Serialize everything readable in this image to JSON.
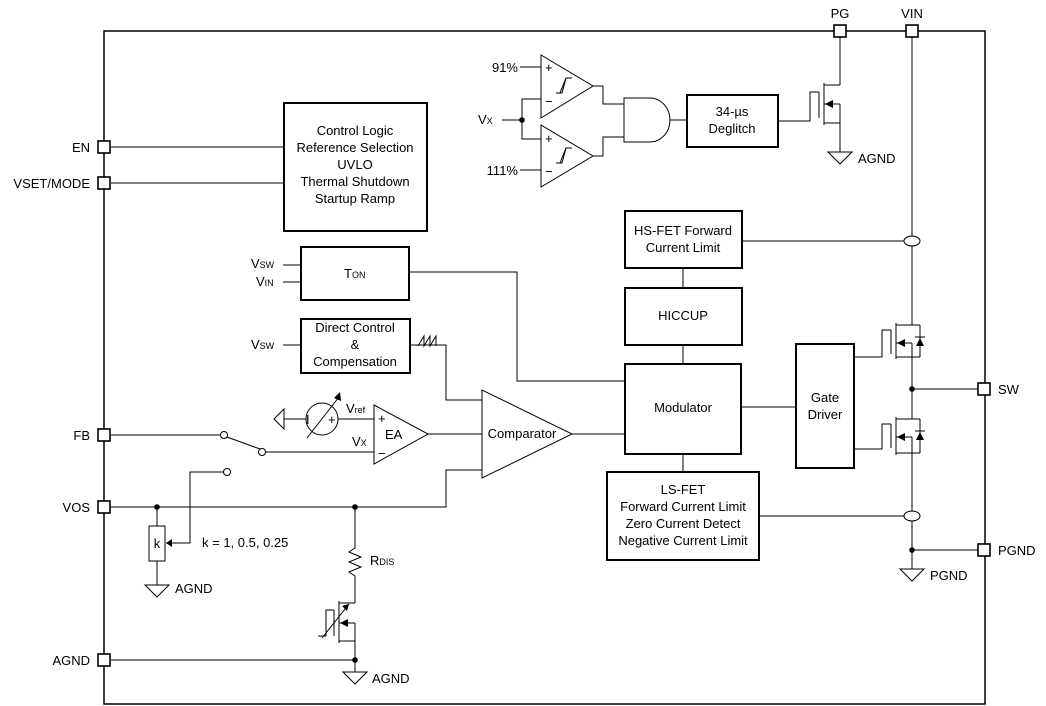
{
  "pins": {
    "en": "EN",
    "vset": "VSET/MODE",
    "fb": "FB",
    "vos": "VOS",
    "agnd": "AGND",
    "pg": "PG",
    "vin": "VIN",
    "sw": "SW",
    "pgnd": "PGND"
  },
  "blocks": {
    "control_logic": [
      "Control Logic",
      "Reference Selection",
      "UVLO",
      "Thermal Shutdown",
      "Startup Ramp"
    ],
    "deglitch": [
      "34-µs",
      "Deglitch"
    ],
    "hs_fet": [
      "HS-FET Forward",
      "Current Limit"
    ],
    "ton": {
      "main": "T",
      "sub": "ON"
    },
    "hiccup": "HICCUP",
    "direct_control": [
      "Direct Control",
      "&",
      "Compensation"
    ],
    "modulator": "Modulator",
    "gate_driver": [
      "Gate",
      "Driver"
    ],
    "ls_fet": [
      "LS-FET",
      "Forward Current Limit",
      "Zero Current Detect",
      "Negative Current Limit"
    ],
    "comparator": "Comparator",
    "ea": "EA"
  },
  "labels": {
    "pct91": "91%",
    "pct111": "111%",
    "vx": {
      "main": "V",
      "sub": "X"
    },
    "vsw": {
      "main": "V",
      "sub": "SW"
    },
    "vin_in": {
      "main": "V",
      "sub": "IN"
    },
    "vref": {
      "main": "V",
      "sub": "ref"
    },
    "rdis": {
      "main": "R",
      "sub": "DIS"
    },
    "k_ratio": "k = 1, 0.5, 0.25",
    "k": "k",
    "current_source": "I",
    "plus": "+",
    "minus": "−",
    "ground_agnd": "AGND",
    "ground_pgnd": "PGND"
  }
}
